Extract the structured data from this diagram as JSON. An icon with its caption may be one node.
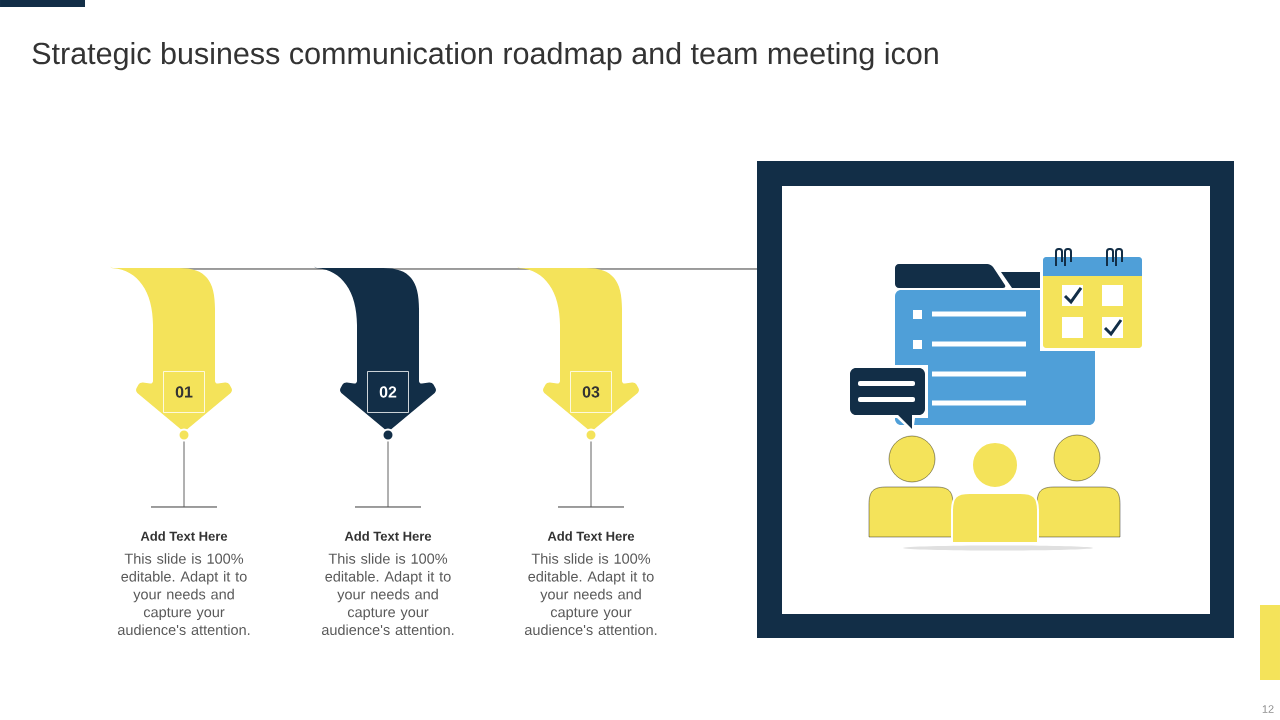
{
  "diagram": {
    "title": "Strategic business communication roadmap and team meeting icon",
    "nodes": [
      {
        "text": [],
        "shape": "arrow"
      },
      {
        "text": [
          "01"
        ],
        "in": 0
      },
      {
        "text": [],
        "shape": "circle"
      },
      {
        "text": [
          "Add Text Here",
          "This slide is 100% editable. Adapt it to your needs and capture your audience's attention."
        ]
      },
      {
        "text": [],
        "shape": "arrow"
      },
      {
        "text": [
          "02"
        ],
        "in": 4
      },
      {
        "text": [],
        "shape": "circle"
      },
      {
        "text": [
          "Add Text Here",
          "This slide is 100% editable. Adapt it to your needs and capture your audience's attention."
        ]
      },
      {
        "text": [],
        "shape": "arrow"
      },
      {
        "text": [
          "03"
        ],
        "in": 8
      },
      {
        "text": [],
        "shape": "circle"
      },
      {
        "text": [
          "Add Text Here",
          "This slide is 100% editable. Adapt it to your needs and capture your audience's attention."
        ]
      }
    ],
    "edges": [
      {
        "from": 2,
        "to": 3,
        "arrow": "none"
      },
      {
        "from": 6,
        "to": 7,
        "arrow": "none"
      },
      {
        "from": 10,
        "to": 11,
        "arrow": "none"
      }
    ],
    "labels": [
      "12"
    ]
  }
}
